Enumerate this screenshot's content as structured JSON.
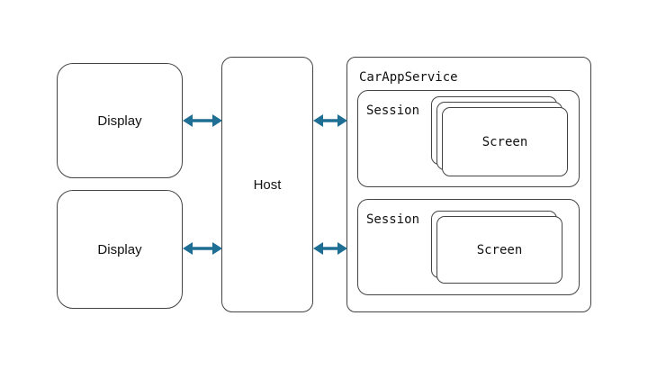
{
  "displays": [
    {
      "label": "Display"
    },
    {
      "label": "Display"
    }
  ],
  "host": {
    "label": "Host"
  },
  "service": {
    "label": "CarAppService",
    "sessions": [
      {
        "label": "Session",
        "screen": "Screen"
      },
      {
        "label": "Session",
        "screen": "Screen"
      }
    ]
  },
  "colors": {
    "arrow": "#1f6e94",
    "border": "#444444"
  },
  "icons": [
    "double-arrow-icon"
  ]
}
